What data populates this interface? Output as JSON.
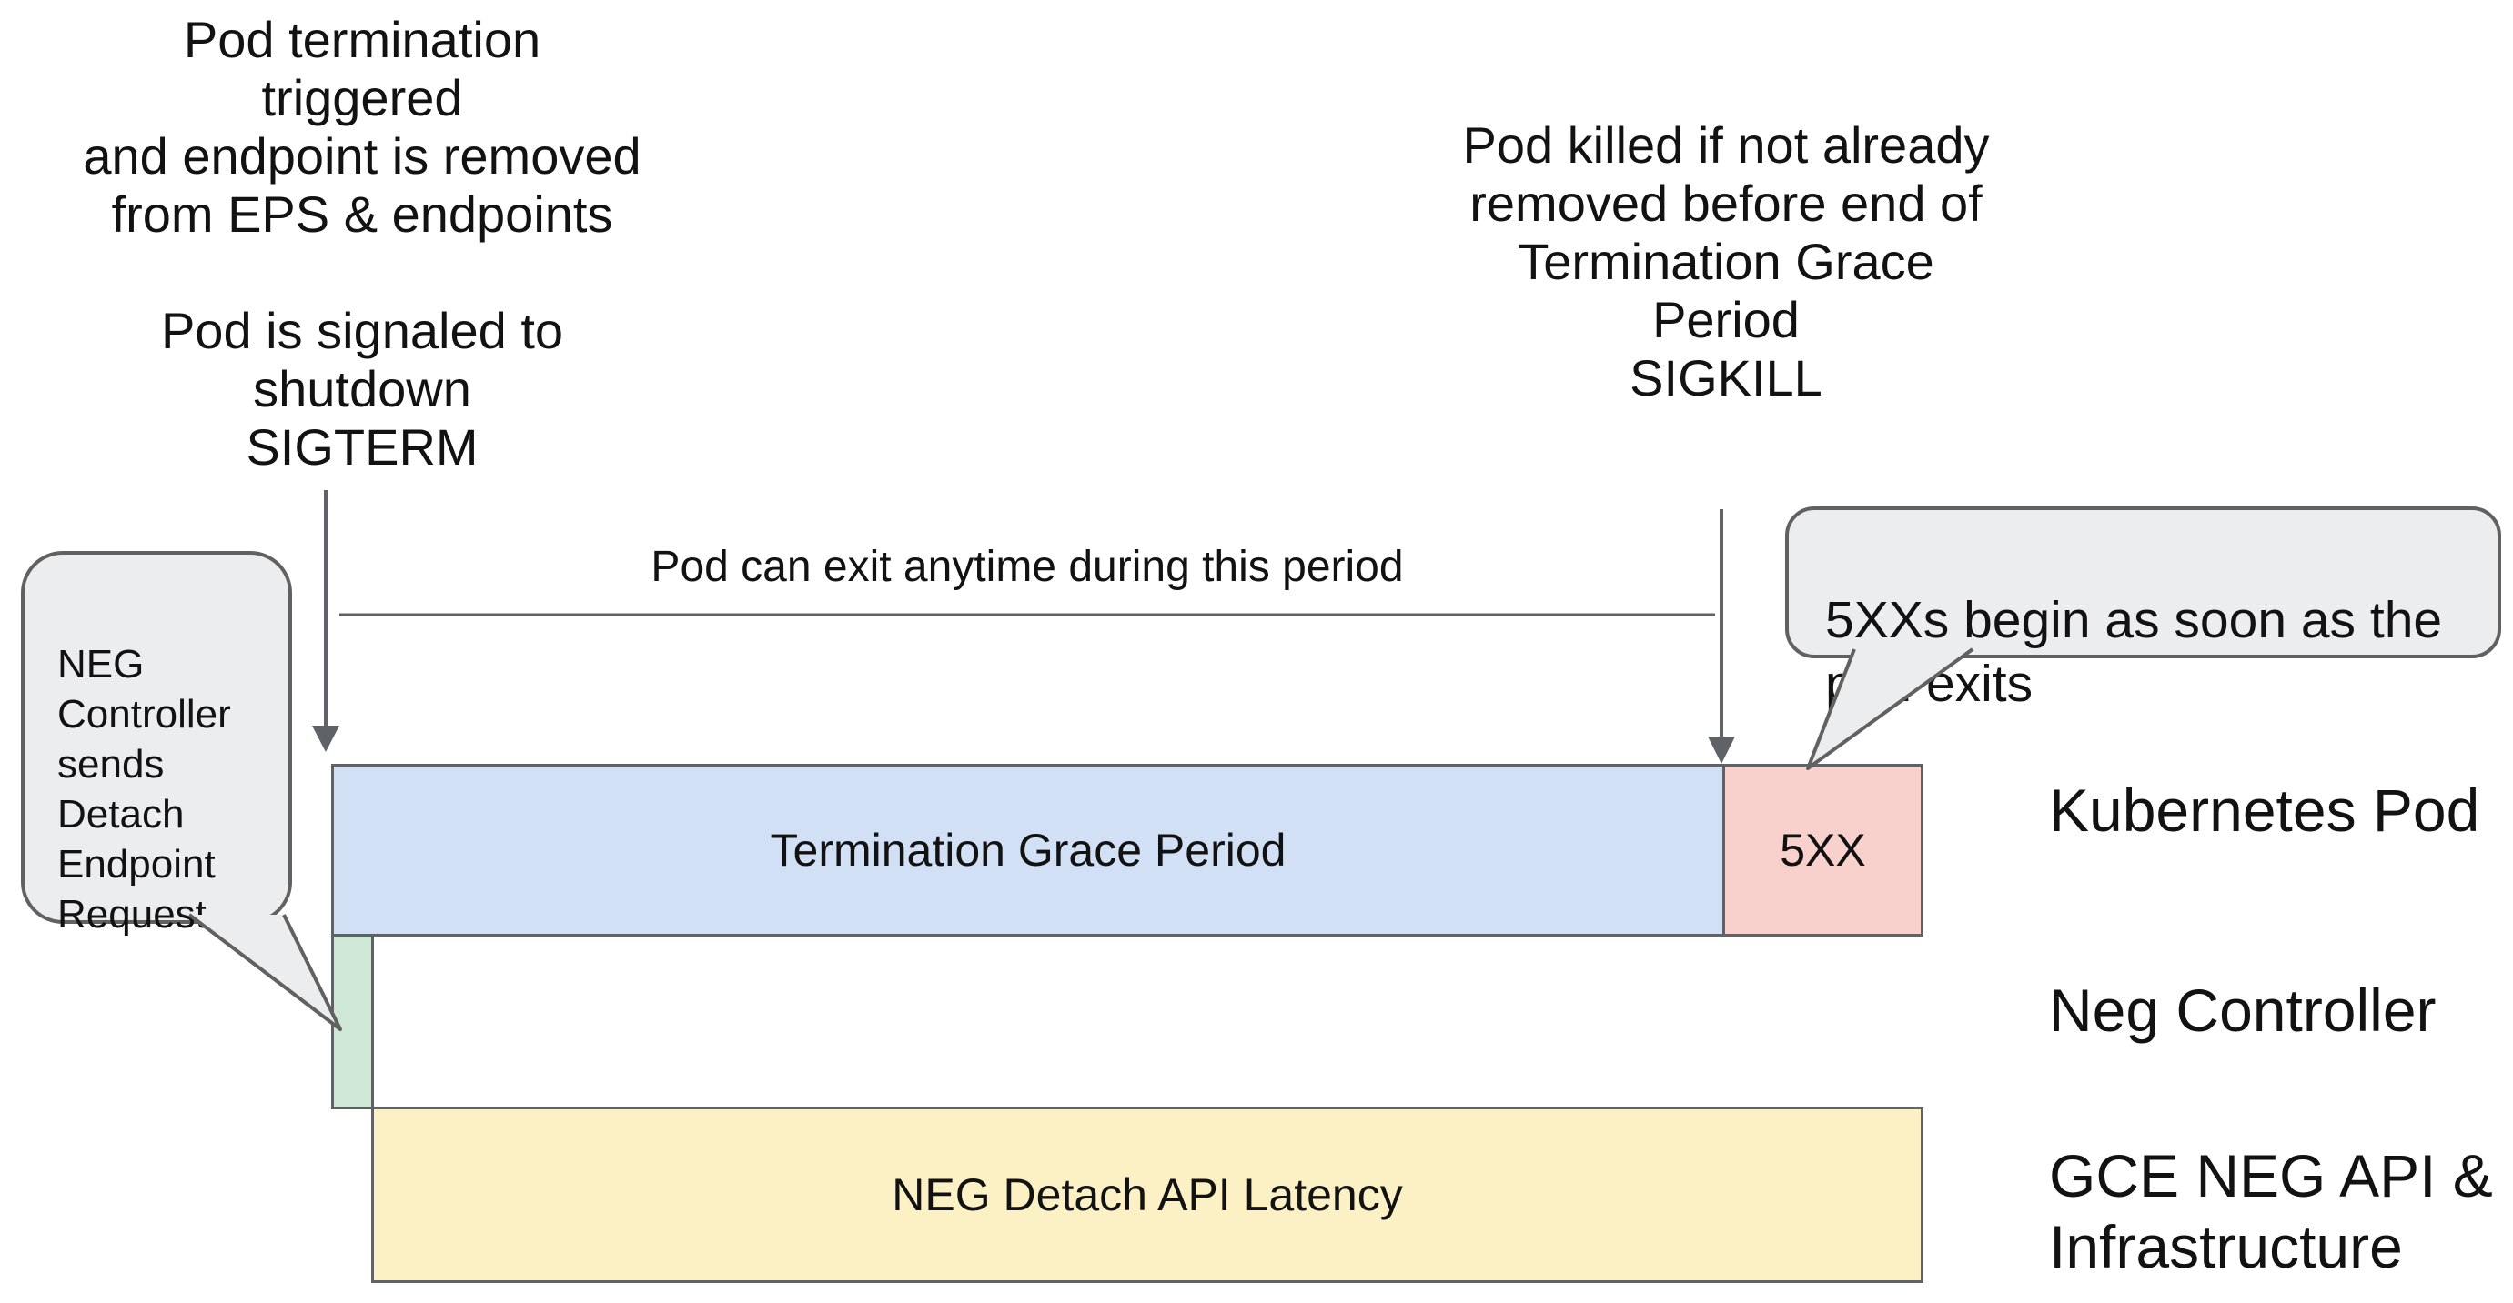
{
  "annotations": {
    "top_left": "Pod termination triggered\nand endpoint is removed\nfrom EPS & endpoints\n\nPod is signaled to shutdown\nSIGTERM",
    "top_right": "Pod killed if not already\nremoved before end of\nTermination Grace Period\nSIGKILL",
    "period_label": "Pod can exit anytime during this period"
  },
  "callouts": {
    "left": "NEG\nController\nsends\nDetach\nEndpoint\nRequest",
    "right": "5XXs begin as soon as the\npod exits"
  },
  "bars": {
    "grace": {
      "label": "Termination Grace Period",
      "color": "#d2e0f6"
    },
    "error": {
      "label": "5XX",
      "color": "#f8d0cc"
    },
    "detach": {
      "label": "",
      "color": "#cfe7d5"
    },
    "latency": {
      "label": "NEG Detach API Latency",
      "color": "#fcf0c5"
    }
  },
  "rows": {
    "kubernetes_pod": "Kubernetes Pod",
    "neg_controller": "Neg Controller",
    "gce_neg_api": "GCE NEG API &\nInfrastructure"
  },
  "colors": {
    "background": "#ffffff",
    "text": "#121212",
    "bar_border": "#5f6368",
    "arrow": "#5f6368",
    "callout_fill": "#ebedef",
    "callout_border": "#616161"
  }
}
